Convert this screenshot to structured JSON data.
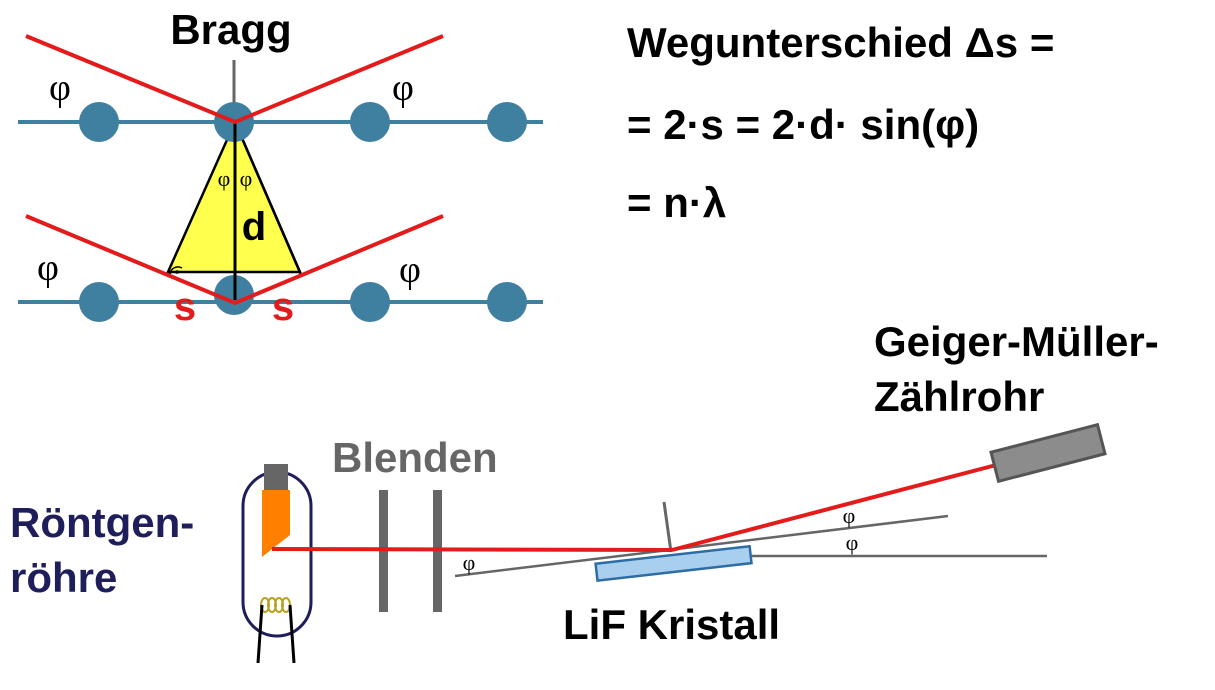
{
  "bragg": {
    "title": "Bragg",
    "phi": "φ",
    "d": "d",
    "s": "s"
  },
  "formula": {
    "line1": "Wegunterschied Δs =",
    "line2": "= 2·s = 2·d· sin(φ)",
    "line3": "= n·λ"
  },
  "setup": {
    "tube": [
      "Röntgen-",
      "röhre"
    ],
    "apertures": "Blenden",
    "crystal": "LiF Kristall",
    "detector": [
      "Geiger-Müller-",
      "Zählrohr"
    ],
    "phi": "φ"
  },
  "colors": {
    "lattice_atom": "#3f7fa0",
    "beam": "#e31b1b",
    "triangle_fill": "#ffff4d",
    "tube_label": "#1e1e5a",
    "apertures_label": "#666666",
    "anode": "#ff7f00",
    "crystal_fill": "#a8cfee",
    "crystal_stroke": "#2e6da4",
    "detector_fill": "#8c8c8c"
  }
}
